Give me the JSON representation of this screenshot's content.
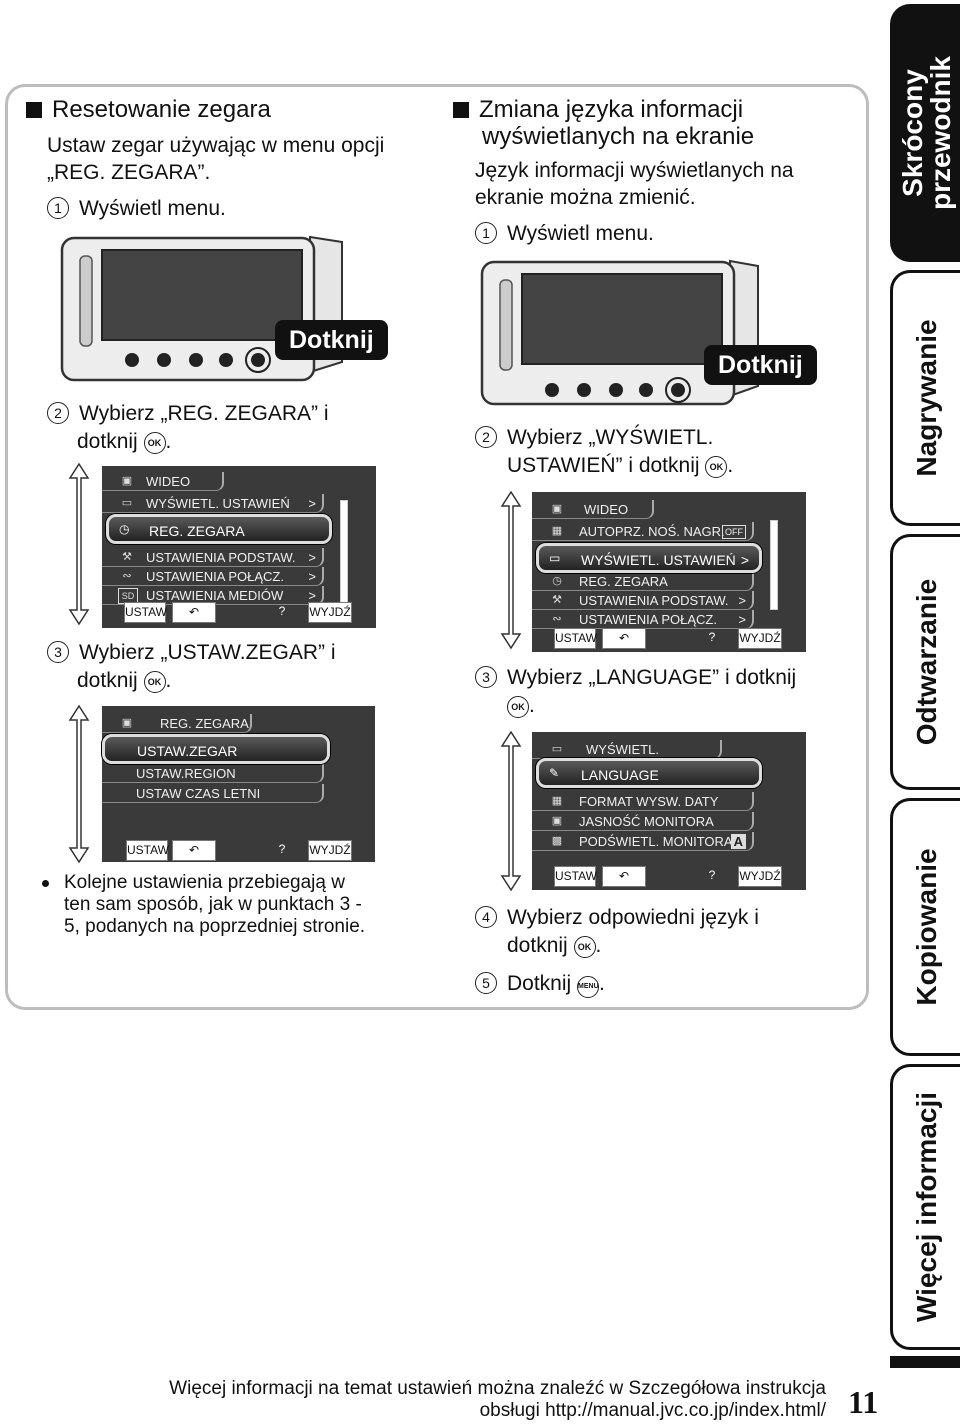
{
  "left": {
    "title": "Resetowanie zegara",
    "intro_1": "Ustaw zegar używając w menu opcji",
    "intro_2": "„REG. ZEGARA”.",
    "step1": "Wyświetl menu.",
    "dotknij": "Dotknij",
    "step2_a": "Wybierz „REG. ZEGARA” i",
    "step2_b": "dotknij",
    "menu1": {
      "items": [
        "WIDEO",
        "WYŚWIETL. USTAWIEŃ",
        "REG. ZEGARA",
        "USTAWIENIA PODSTAW.",
        "USTAWIENIA POŁĄCZ.",
        "USTAWIENIA MEDIÓW"
      ],
      "sd": "SD",
      "ustaw": "USTAW",
      "help": "?",
      "wyjdz": "WYJDŹ"
    },
    "step3_a": "Wybierz „USTAW.ZEGAR” i",
    "step3_b": "dotknij",
    "menu2": {
      "header": "REG. ZEGARA",
      "items": [
        "USTAW.ZEGAR",
        "USTAW.REGION",
        "USTAW CZAS LETNI"
      ],
      "ustaw": "USTAW",
      "help": "?",
      "wyjdz": "WYJDŹ"
    },
    "note_1": "Kolejne ustawienia przebiegają w",
    "note_2": "ten sam sposób, jak w punktach 3 -",
    "note_3": "5, podanych na poprzedniej stronie."
  },
  "right": {
    "title_1": "Zmiana języka informacji",
    "title_2": "wyświetlanych na ekranie",
    "intro_1": "Język informacji wyświetlanych na",
    "intro_2": "ekranie można zmienić.",
    "step1": "Wyświetl menu.",
    "dotknij": "Dotknij",
    "step2_a": "Wybierz „WYŚWIETL.",
    "step2_b": "USTAWIEŃ” i dotknij",
    "menu1": {
      "items": [
        "WIDEO",
        "AUTOPRZ. NOŚ. NAGR.",
        "WYŚWIETL. USTAWIEŃ",
        "REG. ZEGARA",
        "USTAWIENIA PODSTAW.",
        "USTAWIENIA POŁĄCZ."
      ],
      "off": "OFF",
      "ustaw": "USTAW",
      "help": "?",
      "wyjdz": "WYJDŹ"
    },
    "step3_a": "Wybierz „LANGUAGE” i dotknij",
    "menu2": {
      "header": "WYŚWIETL. USTAWIEŃ",
      "items": [
        "LANGUAGE",
        "FORMAT WYSW. DATY",
        "JASNOŚĆ MONITORA",
        "PODŚWIETL. MONITORA"
      ],
      "a": "A",
      "ustaw": "USTAW",
      "help": "?",
      "wyjdz": "WYJDŹ"
    },
    "step4_a": "Wybierz odpowiedni język i",
    "step4_b": "dotknij",
    "step5": "Dotknij"
  },
  "step_numbers": [
    "1",
    "2",
    "3",
    "4",
    "5"
  ],
  "ok_label": "OK",
  "menu_label": "MENU",
  "footer_1": "Więcej informacji na temat ustawień można znaleźć w Szczegółowa instrukcja",
  "footer_2": "obsługi http://manual.jvc.co.jp/index.html/",
  "page_number": "11",
  "tabs": [
    "Skrócony przewodnik",
    "Nagrywanie",
    "Odtwarzanie",
    "Kopiowanie",
    "Więcej informacji"
  ]
}
